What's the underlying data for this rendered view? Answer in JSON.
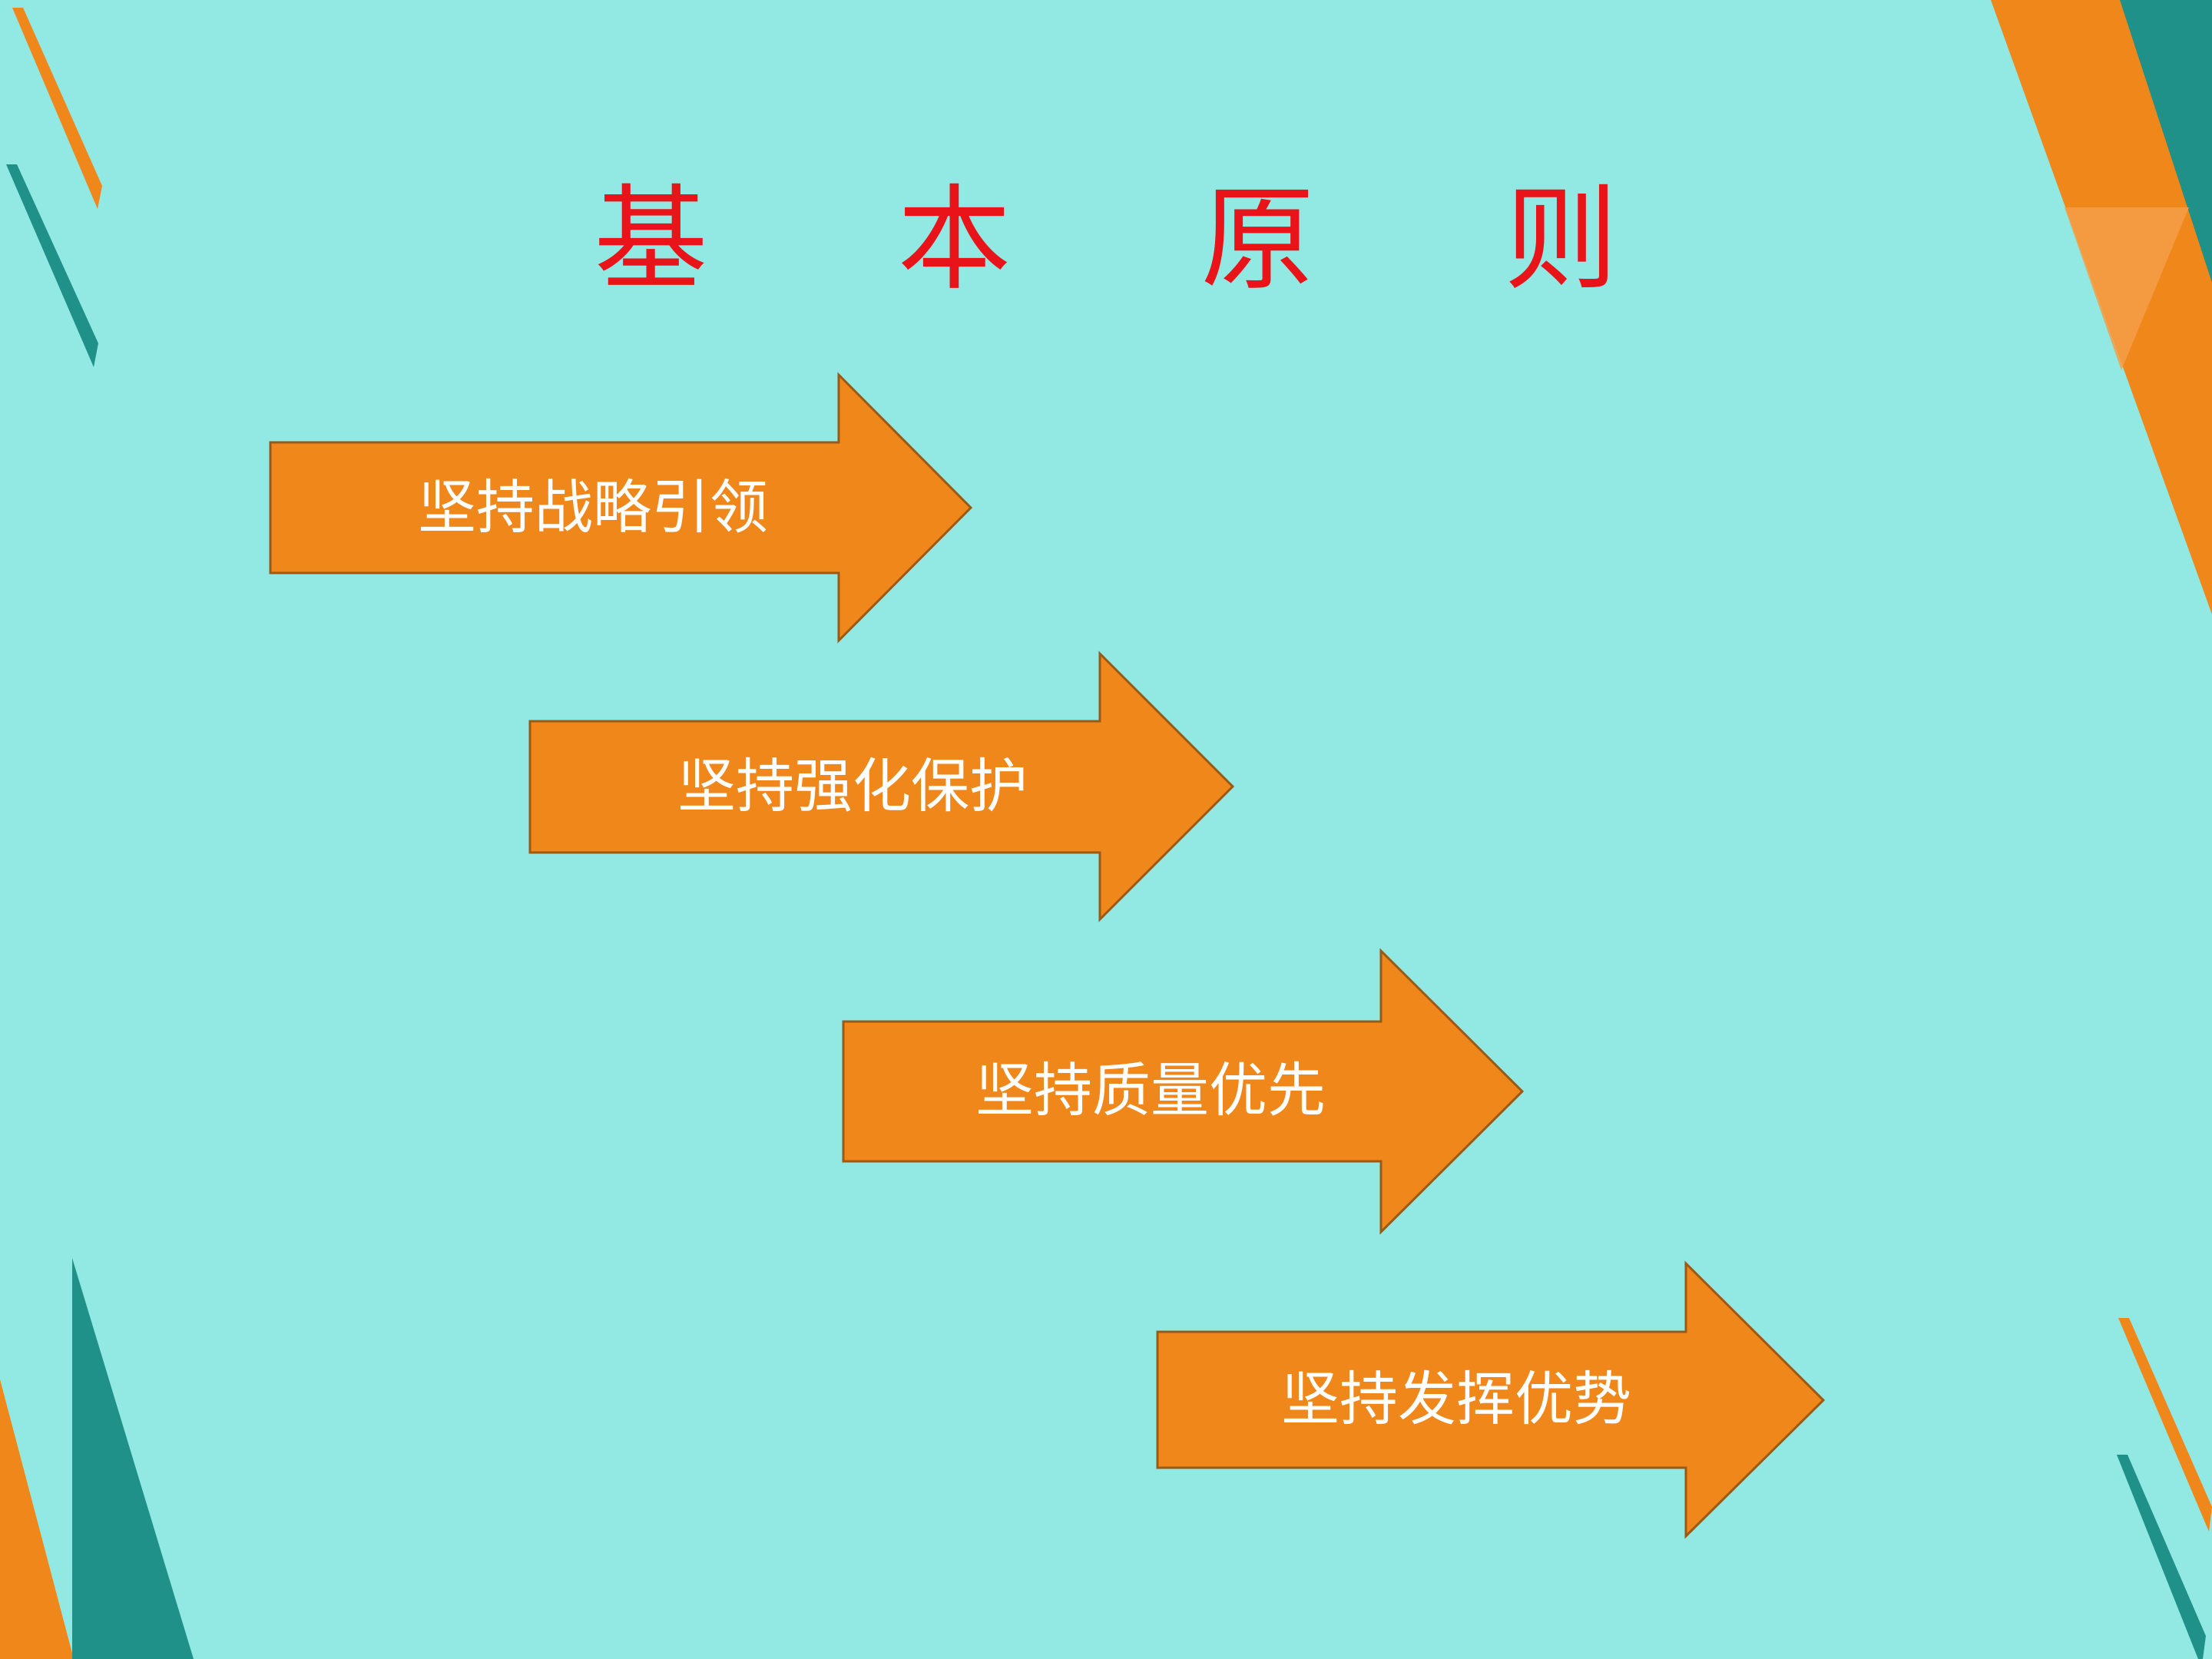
{
  "slide": {
    "title": "基 本 原 则",
    "principles": [
      {
        "label": "坚持战略引领"
      },
      {
        "label": "坚持强化保护"
      },
      {
        "label": "坚持质量优先"
      },
      {
        "label": "坚持发挥优势"
      }
    ]
  },
  "colors": {
    "background": "#92e8e2",
    "arrow_fill": "#ef871b",
    "arrow_stroke": "#9b5a14",
    "teal_accent": "#1f9189",
    "title": "#e8141a",
    "label": "#ffffff"
  }
}
